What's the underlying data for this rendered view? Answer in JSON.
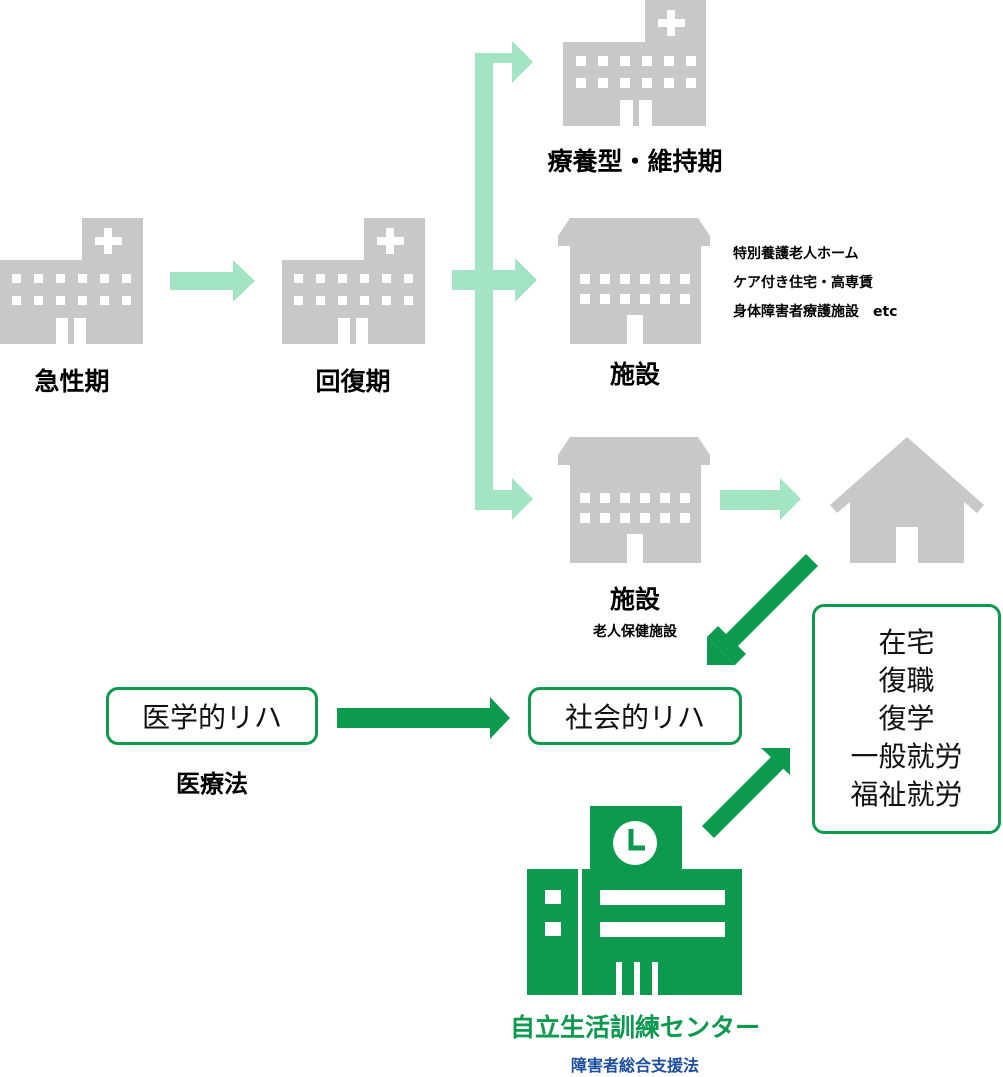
{
  "colors": {
    "gray_icon": "#c8c8c8",
    "light_arrow": "#a3e4c4",
    "green": "#0c9a4e",
    "box_border": "#119a4e",
    "blue_text": "#1b4f9c",
    "text": "#000000"
  },
  "stages": {
    "acute": {
      "label": "急性期",
      "icon": "hospital-icon"
    },
    "recovery": {
      "label": "回復期",
      "icon": "hospital-icon"
    },
    "long_term": {
      "label": "療養型・維持期",
      "icon": "hospital-icon"
    },
    "facility_1": {
      "label": "施設",
      "icon": "facility-building-icon",
      "examples": [
        "特別養護老人ホーム",
        "ケア付き住宅・高専賃",
        "身体障害者療護施設　etc"
      ]
    },
    "facility_2": {
      "label": "施設",
      "sublabel": "老人保健施設",
      "icon": "facility-building-icon"
    },
    "home": {
      "icon": "house-icon"
    }
  },
  "rehab": {
    "medical": {
      "label": "医学的リハ",
      "law": "医療法"
    },
    "social": {
      "label": "社会的リハ"
    }
  },
  "outcomes": [
    "在宅",
    "復職",
    "復学",
    "一般就労",
    "福祉就労"
  ],
  "center": {
    "title": "自立生活訓練センター",
    "law": "障害者総合支援法",
    "icon": "training-center-building-icon"
  }
}
